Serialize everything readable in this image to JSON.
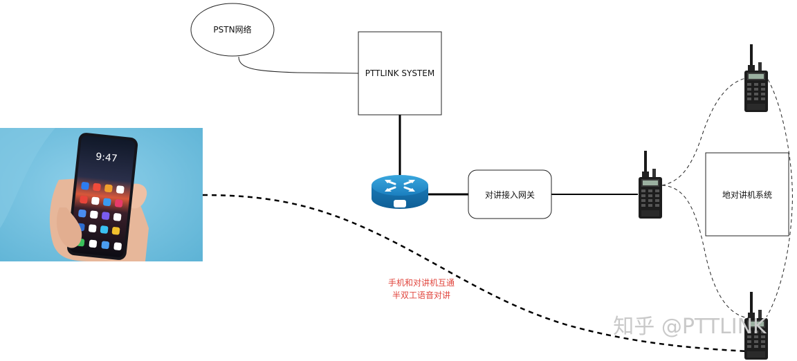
{
  "nodes": {
    "pstn": "PSTN网络",
    "system": "PTTLINK SYSTEM",
    "gateway": "对讲接入网关",
    "radio_system": "地对讲机系统"
  },
  "annotation": {
    "line1": "手机和对讲机互通",
    "line2": "半双工语音对讲"
  },
  "watermark": "知乎 @PTTLINK",
  "colors": {
    "annotation": "#e0443c",
    "router": "#1f86c4",
    "phone_photo_bg": "#7cc4e0"
  }
}
